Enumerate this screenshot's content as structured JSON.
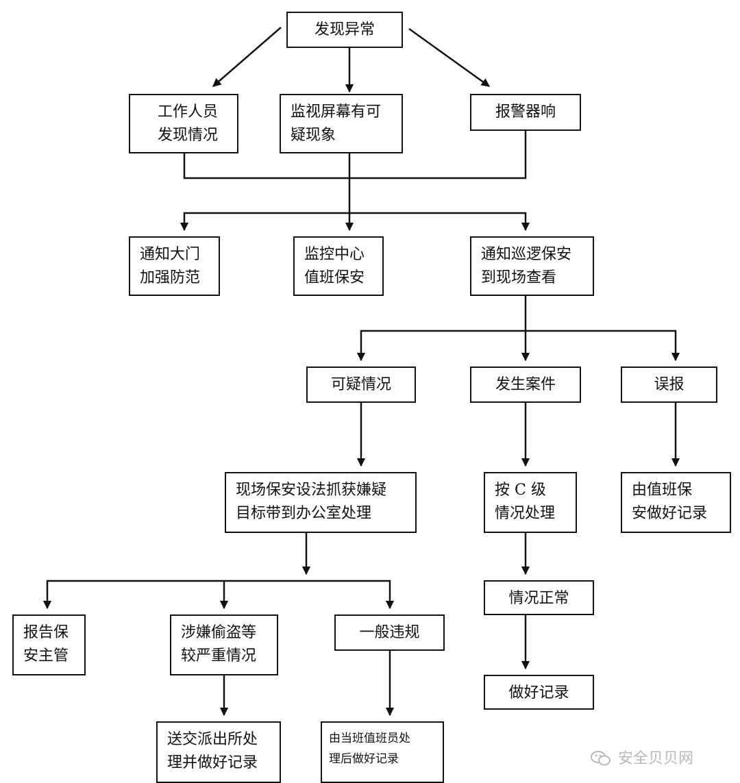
{
  "flowchart": {
    "nodes": {
      "discover": "发现异常",
      "staff": "工作人员\n发现情况",
      "monitor": "监视屏幕有可\n疑现象",
      "alarm": "报警器响",
      "gate": "通知大门\n加强防范",
      "center": "监控中心\n值班保安",
      "patrol": "通知巡逻保安\n到现场查看",
      "suspicious": "可疑情况",
      "case": "发生案件",
      "false_alarm": "误报",
      "capture": "现场保安设法抓获嫌疑\n目标带到办公室处理",
      "level_c": "按 C 级\n情况处理",
      "record_duty": "由值班保\n安做好记录",
      "report": "报告保\n安主管",
      "theft": "涉嫌偷盗等\n较严重情况",
      "violation": "一般违规",
      "normal": "情况正常",
      "record": "做好记录",
      "police": "送交派出所处\n理并做好记录",
      "duty_staff": "由当班值班员处\n理后做好记录"
    }
  },
  "watermark": {
    "text": "安全贝贝网",
    "icon": "wechat-icon"
  },
  "colors": {
    "line": "#111111",
    "watermark": "#b8b8b8"
  }
}
